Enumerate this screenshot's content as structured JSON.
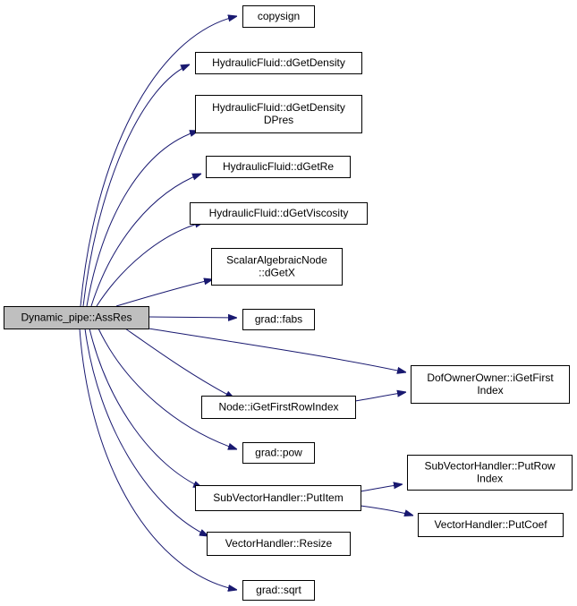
{
  "graph": {
    "edge_color": "#191970",
    "root_fill": "#bfbfbf",
    "nodes": [
      {
        "id": "root",
        "lines": [
          "Dynamic_pipe::AssRes"
        ]
      },
      {
        "id": "copysign",
        "lines": [
          "copysign"
        ]
      },
      {
        "id": "dGetDensity",
        "lines": [
          "HydraulicFluid::dGetDensity"
        ]
      },
      {
        "id": "dGetDensityDPres",
        "lines": [
          "HydraulicFluid::dGetDensity",
          "DPres"
        ]
      },
      {
        "id": "dGetRe",
        "lines": [
          "HydraulicFluid::dGetRe"
        ]
      },
      {
        "id": "dGetViscosity",
        "lines": [
          "HydraulicFluid::dGetViscosity"
        ]
      },
      {
        "id": "dGetX",
        "lines": [
          "ScalarAlgebraicNode",
          "::dGetX"
        ]
      },
      {
        "id": "fabs",
        "lines": [
          "grad::fabs"
        ]
      },
      {
        "id": "iGetFirstIndex",
        "lines": [
          "DofOwnerOwner::iGetFirst",
          "Index"
        ]
      },
      {
        "id": "iGetFirstRowIndex",
        "lines": [
          "Node::iGetFirstRowIndex"
        ]
      },
      {
        "id": "pow",
        "lines": [
          "grad::pow"
        ]
      },
      {
        "id": "PutItem",
        "lines": [
          "SubVectorHandler::PutItem"
        ]
      },
      {
        "id": "PutRowIndex",
        "lines": [
          "SubVectorHandler::PutRow",
          "Index"
        ]
      },
      {
        "id": "PutCoef",
        "lines": [
          "VectorHandler::PutCoef"
        ]
      },
      {
        "id": "Resize",
        "lines": [
          "VectorHandler::Resize"
        ]
      },
      {
        "id": "sqrt",
        "lines": [
          "grad::sqrt"
        ]
      }
    ],
    "edges": [
      {
        "from": "root",
        "to": "copysign"
      },
      {
        "from": "root",
        "to": "dGetDensity"
      },
      {
        "from": "root",
        "to": "dGetDensityDPres"
      },
      {
        "from": "root",
        "to": "dGetRe"
      },
      {
        "from": "root",
        "to": "dGetViscosity"
      },
      {
        "from": "root",
        "to": "dGetX"
      },
      {
        "from": "root",
        "to": "fabs"
      },
      {
        "from": "root",
        "to": "iGetFirstIndex"
      },
      {
        "from": "root",
        "to": "iGetFirstRowIndex"
      },
      {
        "from": "root",
        "to": "pow"
      },
      {
        "from": "root",
        "to": "PutItem"
      },
      {
        "from": "root",
        "to": "Resize"
      },
      {
        "from": "root",
        "to": "sqrt"
      },
      {
        "from": "iGetFirstRowIndex",
        "to": "iGetFirstIndex"
      },
      {
        "from": "PutItem",
        "to": "PutRowIndex"
      },
      {
        "from": "PutItem",
        "to": "PutCoef"
      }
    ]
  }
}
